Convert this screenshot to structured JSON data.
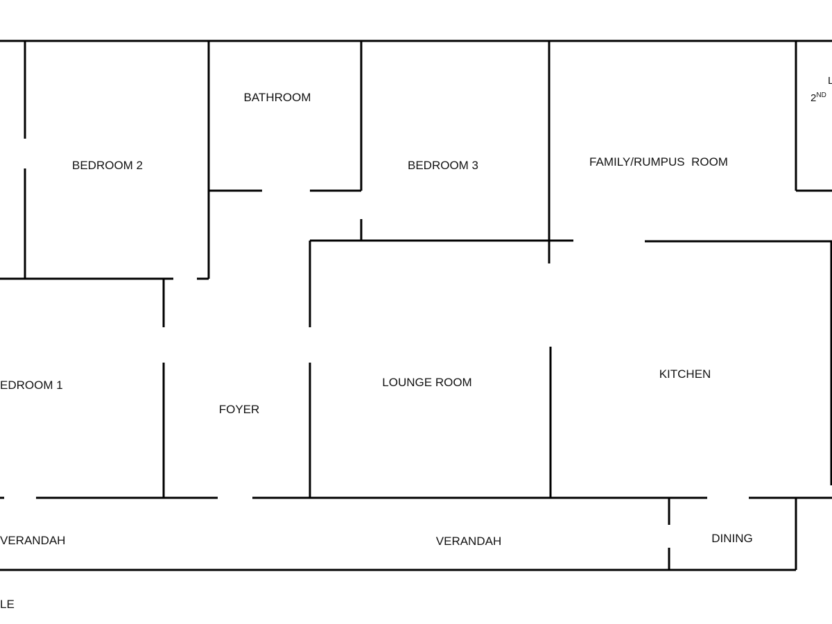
{
  "rooms": {
    "bedroom2": "BEDROOM 2",
    "bathroom": "BATHROOM",
    "bedroom3": "BEDROOM 3",
    "family": "FAMILY/RUMPUS  ROOM",
    "laundry_top": "L",
    "laundry_2nd": "2",
    "laundry_sup": "ND",
    "bedroom1": "EDROOM 1",
    "foyer": "FOYER",
    "lounge": "LOUNGE ROOM",
    "kitchen": "KITCHEN",
    "verandah_left": "VERANDAH",
    "verandah_main": "VERANDAH",
    "dining": "DINING",
    "footer": "LE"
  },
  "colors": {
    "wall": "#000000",
    "text": "#111111",
    "background": "#ffffff"
  }
}
